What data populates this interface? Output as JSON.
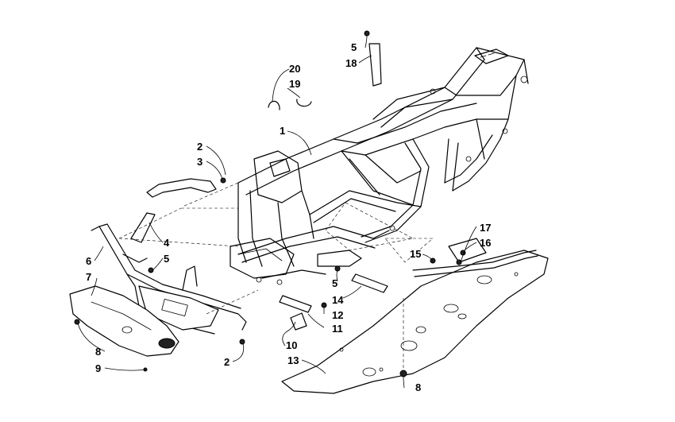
{
  "diagram": {
    "labels": {
      "p1": "1",
      "p2a": "2",
      "p3": "3",
      "p2b": "2",
      "p4": "4",
      "p5a": "5",
      "p5b": "5",
      "p5c": "5",
      "p6": "6",
      "p7": "7",
      "p8a": "8",
      "p8b": "8",
      "p9": "9",
      "p10": "10",
      "p11": "11",
      "p12": "12",
      "p13": "13",
      "p14": "14",
      "p15": "15",
      "p16": "16",
      "p17": "17",
      "p18": "18",
      "p19": "19",
      "p20": "20"
    }
  }
}
